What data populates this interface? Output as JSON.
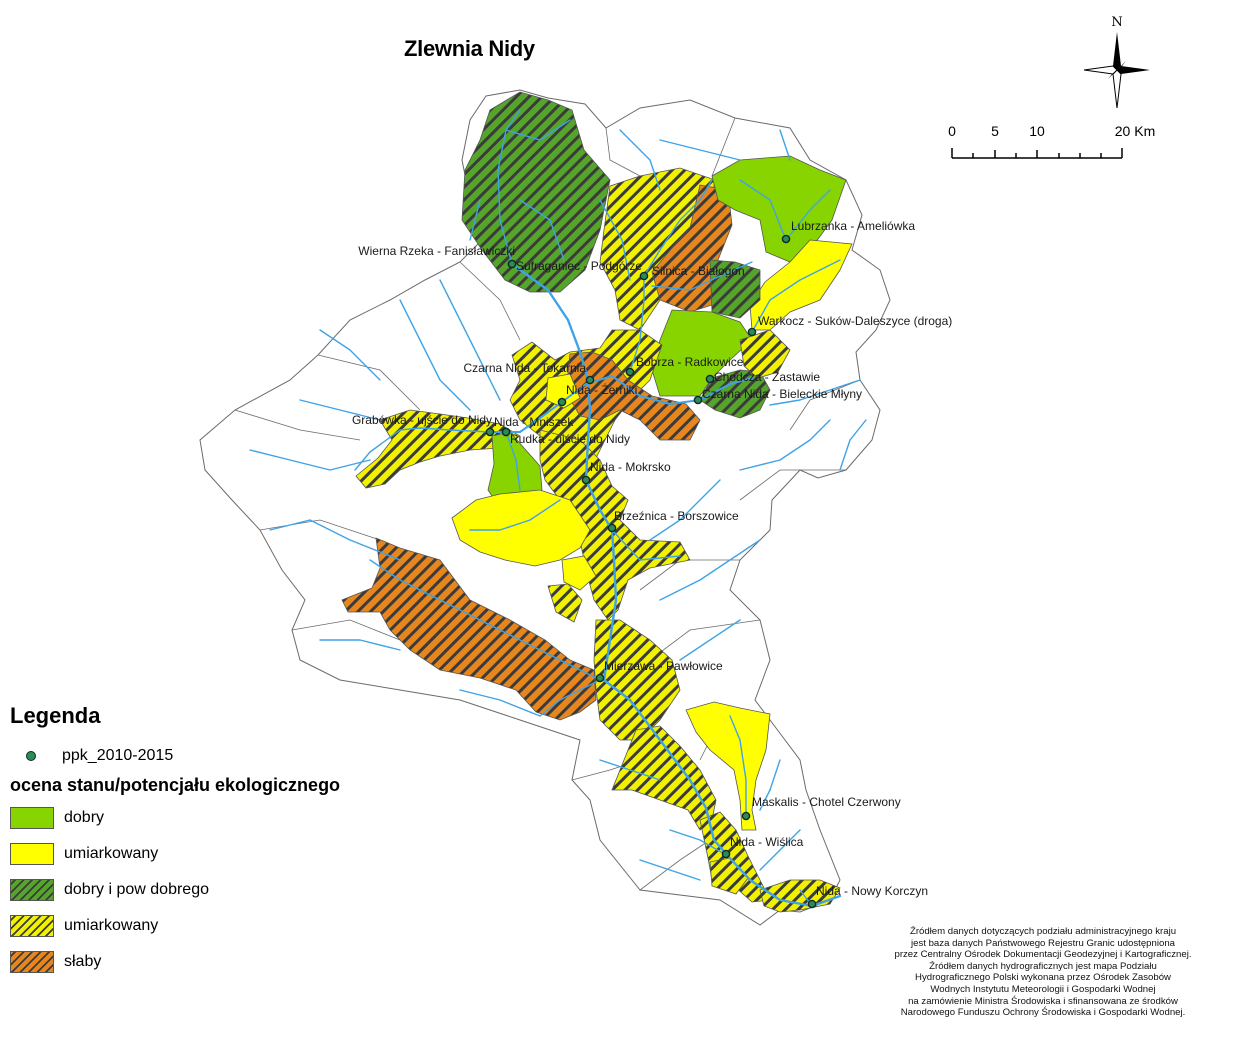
{
  "title": "Zlewnia Nidy",
  "north_label": "N",
  "scale": {
    "ticks": [
      "0",
      "5",
      "10",
      "20 Km"
    ]
  },
  "colors": {
    "dobry": "#88d400",
    "umiarkowany": "#ffff00",
    "hatch_good": "#55a52b",
    "hatch_moderate": "#f2f200",
    "hatch_poor": "#e8861e",
    "hatch_line": "#3b3b3b",
    "river": "#3fa3e6",
    "outline": "#6b6b6b",
    "station_fill": "#2e8b57"
  },
  "stations": [
    {
      "name": "Lubrzanka - Ameliówka"
    },
    {
      "name": "Wierna Rzeka - Fanisławiczki"
    },
    {
      "name": "Sufraganiec - Podgórze"
    },
    {
      "name": "Silnica - Białogon"
    },
    {
      "name": "Warkocz - Suków-Daleszyce (droga)"
    },
    {
      "name": "Bobrza - Radkowice"
    },
    {
      "name": "Czarna Nida - Tokarnia"
    },
    {
      "name": "Chodcza - Zastawie"
    },
    {
      "name": "Nida - Żerniki"
    },
    {
      "name": "Czarna Nida - Bieleckie Młyny"
    },
    {
      "name": "Grabówka - ujście do Nidy"
    },
    {
      "name": "Nida - Mniszek"
    },
    {
      "name": "Rudka - ujście do Nidy"
    },
    {
      "name": "Nida - Mokrsko"
    },
    {
      "name": "Brzeźnica - Borszowice"
    },
    {
      "name": "Mierzawa - Pawłowice"
    },
    {
      "name": "Maskalis - Chotel Czerwony"
    },
    {
      "name": "Nida - Wiślica"
    },
    {
      "name": "Nida - Nowy Korczyn"
    }
  ],
  "legend": {
    "title": "Legenda",
    "station_label": "ppk_2010-2015",
    "section_title": "ocena stanu/potencjału ekologicznego",
    "items": [
      {
        "label": "dobry",
        "pattern": "solid-green"
      },
      {
        "label": "umiarkowany",
        "pattern": "solid-yellow"
      },
      {
        "label": "dobry i pow dobrego",
        "pattern": "hatch-green"
      },
      {
        "label": "umiarkowany",
        "pattern": "hatch-yellow"
      },
      {
        "label": "słaby",
        "pattern": "hatch-orange"
      }
    ]
  },
  "credits": [
    "Źródłem danych dotyczących podziału administracyjnego kraju",
    "jest baza danych Państwowego Rejestru Granic udostępniona",
    "przez Centralny Ośrodek Dokumentacji Geodezyjnej i Kartograficznej.",
    "Źródłem danych hydrograficznych jest mapa Podziału",
    "Hydrograficznego Polski wykonana przez Ośrodek Zasobów",
    "Wodnych Instytutu Meteorologii i Gospodarki Wodnej",
    "na zamówienie Ministra Środowiska i sfinansowana ze środków",
    "Narodowego Funduszu Ochrony Środowiska i Gospodarki Wodnej."
  ]
}
